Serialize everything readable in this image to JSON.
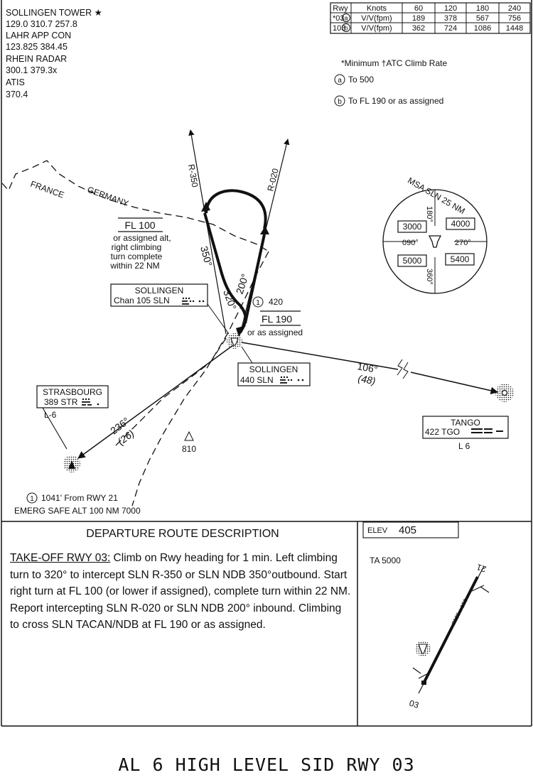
{
  "comms": [
    {
      "name": "SOLLINGEN TOWER ★",
      "freqs": "129.0  310.7  257.8"
    },
    {
      "name": "LAHR APP CON",
      "freqs": "123.825  384.45"
    },
    {
      "name": "RHEIN RADAR",
      "freqs": "300.1  379.3x"
    },
    {
      "name": "ATIS",
      "freqs": "370.4"
    }
  ],
  "climb_table": {
    "headers": [
      "Rwy",
      "Knots",
      "60",
      "120",
      "180",
      "240"
    ],
    "rows": [
      {
        "rwy": "*03",
        "circle": "a",
        "label": "V/V(fpm)",
        "values": [
          "189",
          "378",
          "567",
          "756"
        ]
      },
      {
        "rwy": "103",
        "circle": "b",
        "label": "V/V(fpm)",
        "values": [
          "362",
          "724",
          "1086",
          "1448"
        ]
      }
    ]
  },
  "notes": {
    "header": "*Minimum  †ATC Climb Rate",
    "a_letter": "a",
    "a_text": "To 500",
    "b_letter": "b",
    "b_text": "To FL 190 or as assigned"
  },
  "border": {
    "france": "FRANCE",
    "germany": "GERMANY"
  },
  "radials": {
    "r350": "R-350",
    "r020": "R-020"
  },
  "headings": {
    "h350": "350°",
    "h320": "320°",
    "h200": "200°"
  },
  "fl100": {
    "title": "FL 100",
    "lines": [
      "or assigned alt,",
      "right climbing",
      "turn complete",
      "within 22 NM"
    ]
  },
  "fl190": {
    "marker": "1",
    "alt": "420",
    "title": "FL 190",
    "sub": "or as assigned"
  },
  "msa": {
    "title": "MSA  SLN  25  NM",
    "r180": "180°",
    "r360": "360°",
    "r090": "090°",
    "r270": "270°",
    "nw": "3000",
    "ne": "4000",
    "sw": "5000",
    "se": "5400"
  },
  "navaids": {
    "sollingen_tacan": {
      "name": "SOLLINGEN",
      "ident": "Chan 105 SLN"
    },
    "sollingen_ndb": {
      "name": "SOLLINGEN",
      "ident": "440 SLN"
    },
    "strasbourg": {
      "name": "STRASBOURG",
      "ident": "389 STR",
      "ref": "L-6"
    },
    "tango": {
      "name": "TANGO",
      "ident": "422 TGO",
      "ref": "L 6"
    }
  },
  "tracks": {
    "east_hdg": "106°",
    "east_dist": "(48)",
    "sw_hdg": "236°",
    "sw_dist": "(26)"
  },
  "spot_elev": "810",
  "bottom_notes": {
    "marker": "1",
    "note1": "1041' From RWY 21",
    "note2": "EMERG SAFE ALT 100 NM 7000"
  },
  "departure": {
    "title": "DEPARTURE ROUTE DESCRIPTION",
    "label": "TAKE-OFF RWY 03:",
    "text": " Climb on Rwy heading for 1 min. Left climbing turn to 320° to intercept SLN R-350 or SLN NDB 350°outbound. Start right turn at FL 100 (or lower if assigned), complete turn within 22 NM. Report intercepting SLN R-020 or SLN NDB 200° inbound. Climbing to cross SLN TACAN/NDB at FL 190 or as assigned."
  },
  "airport": {
    "elev_label": "ELEV",
    "elev": "405",
    "ta": "TA 5000",
    "rwy_len": "8125 x 150",
    "rwy_end_a": "03",
    "rwy_end_b": "21"
  },
  "footer": "AL 6  HIGH LEVEL SID  RWY 03"
}
